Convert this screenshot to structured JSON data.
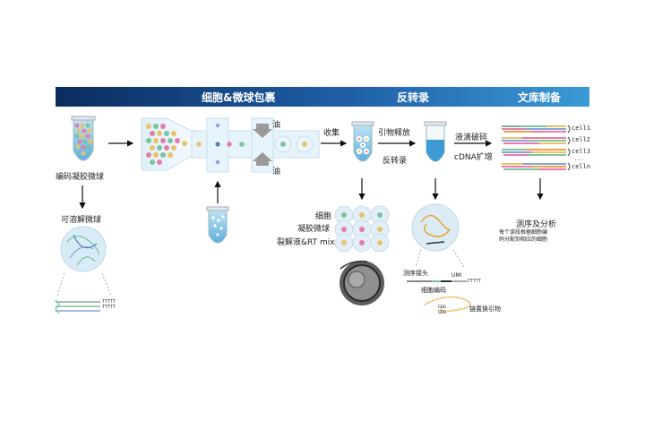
{
  "banner": {
    "stage1": "细胞&微球包裹",
    "stage2": "反转录",
    "stage3": "文库制备"
  },
  "labels": {
    "barcoded_beads": "编码凝胶微球",
    "dissolvable_beads": "可溶解微球",
    "oil_top": "油",
    "oil_bottom": "油",
    "collect": "收集",
    "primer_release": "引物释放",
    "reverse_transcription": "反转录",
    "droplet_break": "液滴破碎",
    "cdna_amp": "cDNA扩增",
    "cell": "细胞",
    "gel_bead": "凝胶微球",
    "lysis_mix": "裂解液&RT mix",
    "seq_adapter": "测序接头",
    "umi": "UMI",
    "cell_barcode": "细胞编码",
    "tso": "链置换引物",
    "seq_analysis": "测序及分析",
    "seq_note_1": "每个读段根据细胞编",
    "seq_note_2": "码分配到相应的细胞",
    "polyT_1": "TTTTT",
    "polyT_2": "TTTTT",
    "polyT_3": "TTTTT",
    "ggg_1": "GGG",
    "ggg_2": "GGG"
  },
  "cells": [
    "cell1",
    "cell2",
    "cell3",
    "...",
    "celln"
  ],
  "colors": {
    "banner_dark": "#0b2c5e",
    "banner_light": "#3a9ad6",
    "bead_colors": [
      "#e8c36a",
      "#e57da9",
      "#7cc3a2",
      "#8aa4d6",
      "#f0a04b"
    ],
    "orange": "#e9a93b",
    "blue_liquid": "#3d9bd3"
  }
}
